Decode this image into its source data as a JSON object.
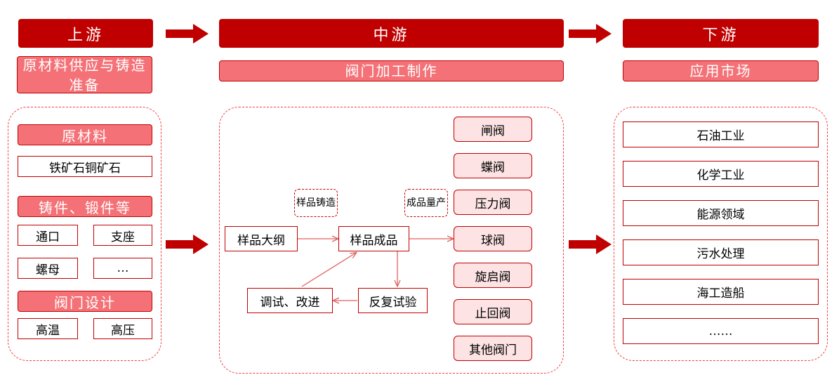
{
  "colors": {
    "dark_red": "#c00000",
    "pink": "#f47277",
    "light_pink": "#fde3e3",
    "dashed_border": "#f04040"
  },
  "upstream": {
    "header": "上游",
    "subheader": "原材料供应与铸造准备",
    "raw_materials": {
      "label": "原材料",
      "item": "铁矿石铜矿石"
    },
    "castings": {
      "label": "铸件、锻件等",
      "items": [
        "通口",
        "支座",
        "螺母",
        "…"
      ]
    },
    "valve_design": {
      "label": "阀门设计",
      "items": [
        "高温",
        "高压"
      ]
    }
  },
  "midstream": {
    "header": "中游",
    "subheader": "阀门加工制作",
    "process": {
      "sample_outline": "样品大纲",
      "sample_product": "样品成品",
      "repeated_testing": "反复试验",
      "debug_improve": "调试、改进",
      "note_casting": "样品铸造",
      "note_mass_production": "成品量产"
    },
    "valve_types": [
      "闸阀",
      "蝶阀",
      "压力阀",
      "球阀",
      "旋启阀",
      "止回阀",
      "其他阀门"
    ]
  },
  "downstream": {
    "header": "下游",
    "subheader": "应用市场",
    "markets": [
      "石油工业",
      "化学工业",
      "能源领域",
      "污水处理",
      "海工造船",
      "……"
    ]
  }
}
